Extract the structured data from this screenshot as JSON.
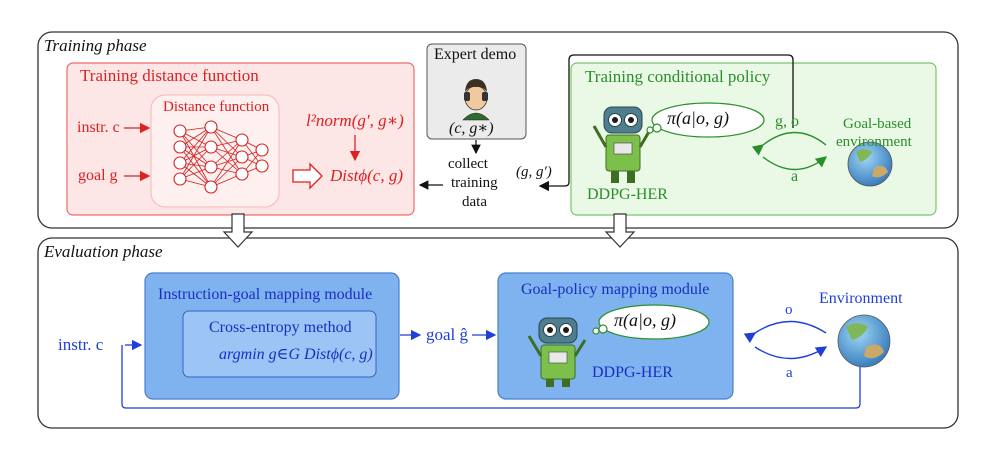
{
  "training": {
    "phase_label": "Training phase",
    "distance_box": {
      "title": "Training distance function",
      "network_label": "Distance function",
      "input_instr": "instr. c",
      "input_goal": "goal g",
      "norm_label": "l²norm(g′, g∗)",
      "dist_label": "Distϕ(c, g)"
    },
    "expert": {
      "title": "Expert demo",
      "pair": "(c, g∗)"
    },
    "collect": [
      "collect",
      "training",
      "data"
    ],
    "pair_label": "(g, g′)",
    "policy_box": {
      "title": "Training conditional policy",
      "policy_label": "π(a|o, g)",
      "agent_label": "DDPG-HER",
      "env_label": [
        "Goal-based",
        "environment"
      ],
      "up_label": "g, o",
      "down_label": "a"
    }
  },
  "evaluation": {
    "phase_label": "Evaluation phase",
    "input_instr": "instr. c",
    "igm": {
      "title": "Instruction-goal mapping module",
      "method": "Cross-entropy method",
      "argmin": "argmin g∈G Distϕ(c, g)"
    },
    "goal_label": "goal ĝ",
    "gpm": {
      "title": "Goal-policy mapping module",
      "policy_label": "π(a|o, g)",
      "agent_label": "DDPG-HER"
    },
    "env_label": "Environment",
    "obs_label": "o",
    "act_label": "a"
  },
  "colors": {
    "red": "#e02020",
    "green": "#2a8f2a",
    "blue": "#1f3fd8",
    "panel_blue": "#6fa8ef"
  }
}
